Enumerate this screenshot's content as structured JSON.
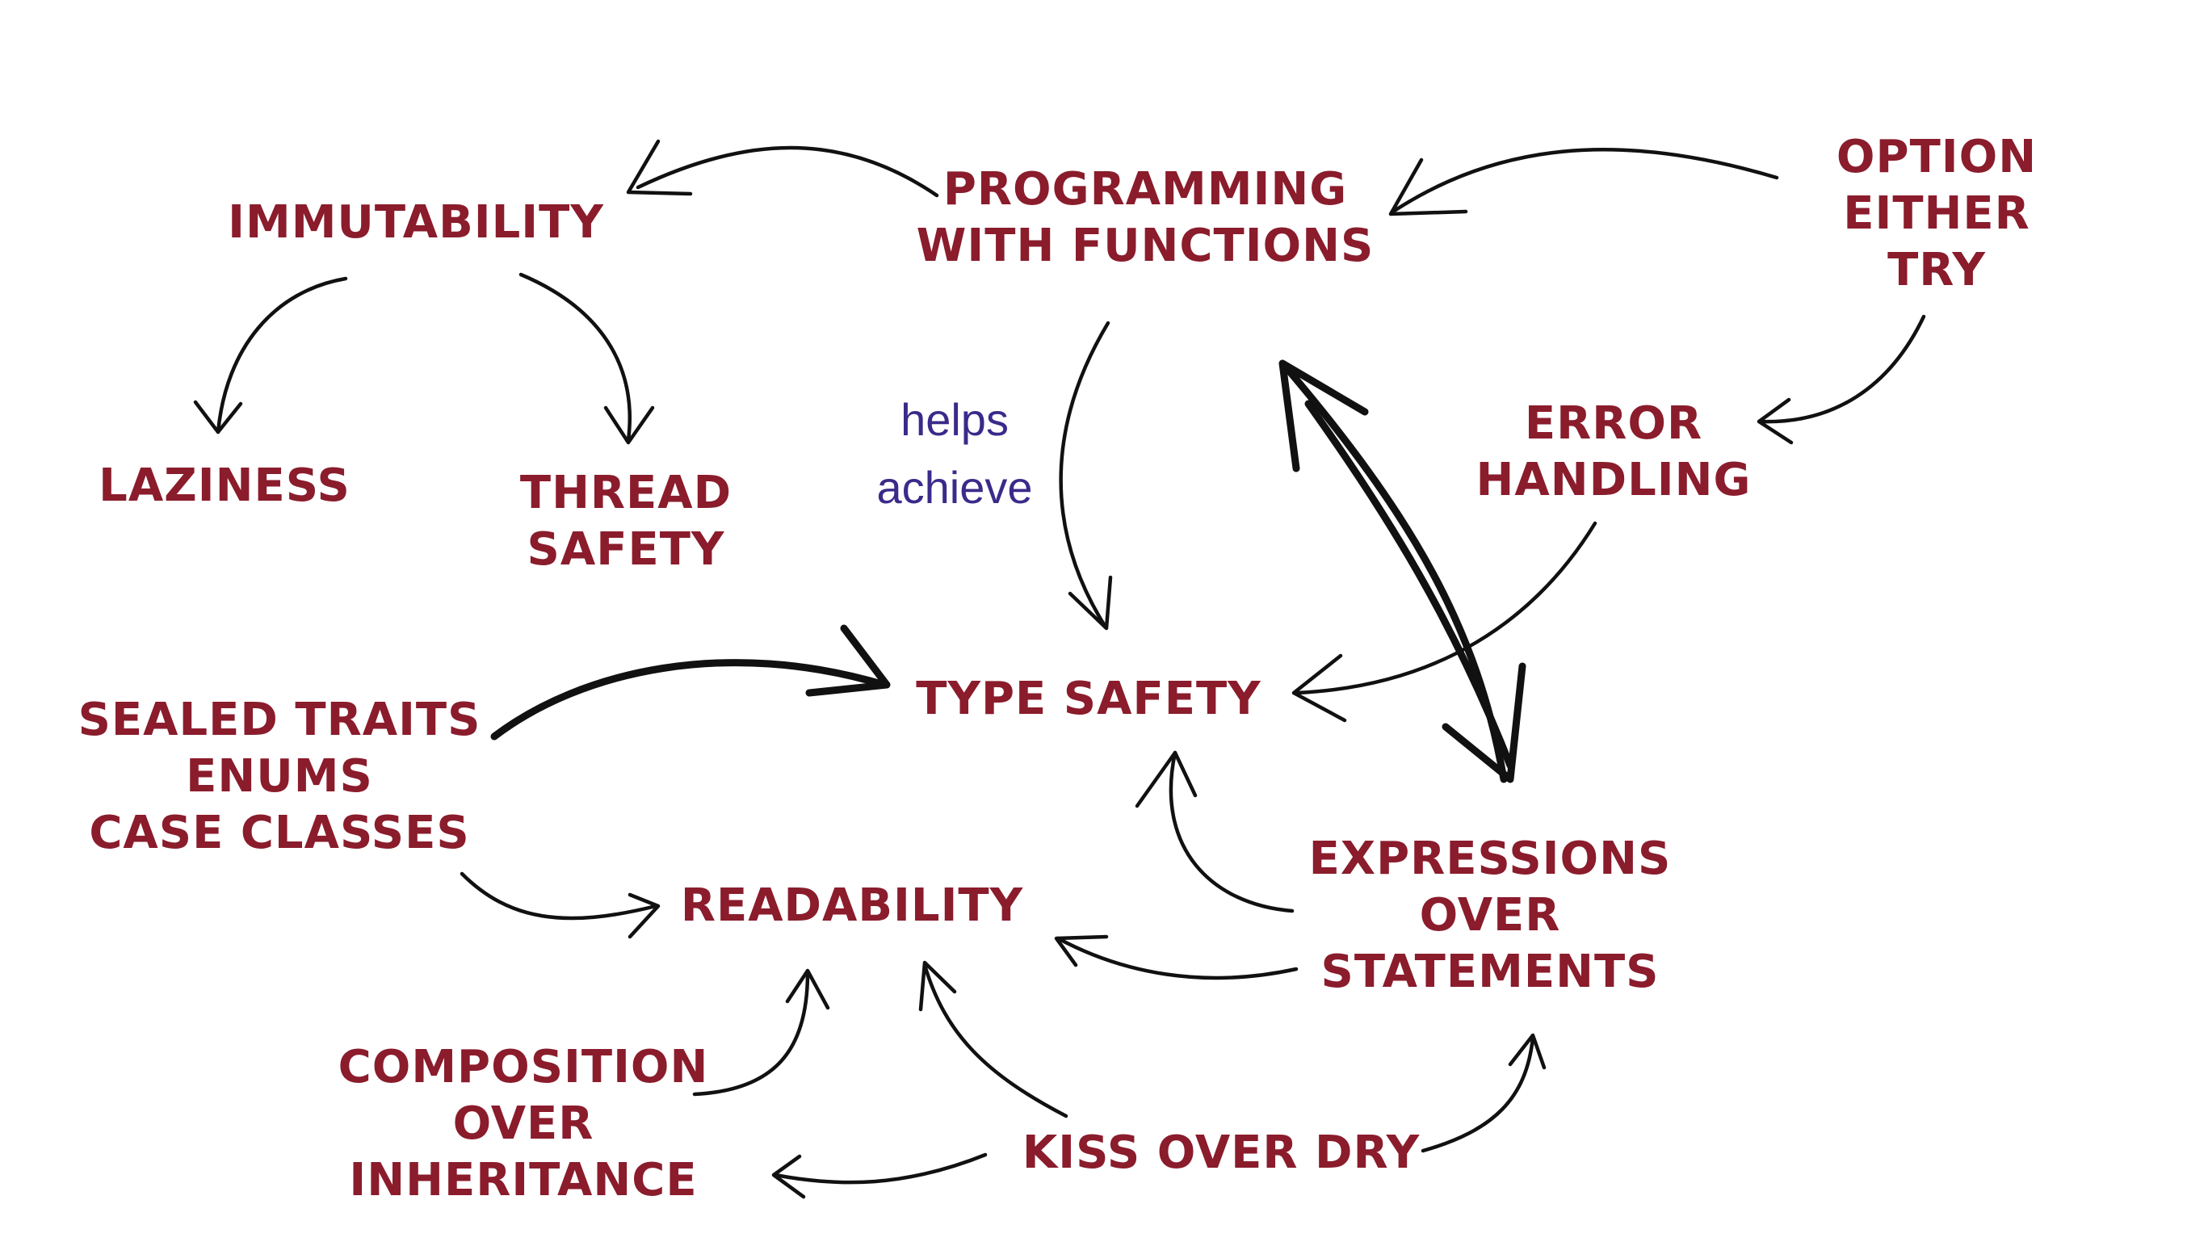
{
  "colors": {
    "node_text": "#8a1c2c",
    "annotation_text": "#3b2a8a",
    "arrow": "#111111",
    "background": "#ffffff"
  },
  "nodes": {
    "immutability": {
      "lines": [
        "IMMUTABILITY"
      ]
    },
    "programming_with_functions": {
      "lines": [
        "PROGRAMMING",
        "WITH FUNCTIONS"
      ]
    },
    "option_either_try": {
      "lines": [
        "OPTION",
        "EITHER",
        "TRY"
      ]
    },
    "laziness": {
      "lines": [
        "LAZINESS"
      ]
    },
    "thread_safety": {
      "lines": [
        "THREAD",
        "SAFETY"
      ]
    },
    "error_handling": {
      "lines": [
        "ERROR",
        "HANDLING"
      ]
    },
    "type_safety": {
      "lines": [
        "TYPE SAFETY"
      ]
    },
    "sealed_traits": {
      "lines": [
        "SEALED TRAITS",
        "ENUMS",
        "CASE CLASSES"
      ]
    },
    "readability": {
      "lines": [
        "READABILITY"
      ]
    },
    "expressions_over_statements": {
      "lines": [
        "EXPRESSIONS",
        "OVER",
        "STATEMENTS"
      ]
    },
    "composition_over_inheritance": {
      "lines": [
        "COMPOSITION",
        "OVER",
        "INHERITANCE"
      ]
    },
    "kiss_over_dry": {
      "lines": [
        "KISS OVER DRY"
      ]
    }
  },
  "annotation": {
    "lines": [
      "helps",
      "achieve"
    ]
  },
  "edges": [
    {
      "from": "programming_with_functions",
      "to": "immutability"
    },
    {
      "from": "option_either_try",
      "to": "programming_with_functions"
    },
    {
      "from": "immutability",
      "to": "laziness"
    },
    {
      "from": "immutability",
      "to": "thread_safety"
    },
    {
      "from": "option_either_try",
      "to": "error_handling"
    },
    {
      "from": "programming_with_functions",
      "to": "type_safety",
      "label": "helps achieve"
    },
    {
      "from": "error_handling",
      "to": "type_safety"
    },
    {
      "from": "sealed_traits",
      "to": "type_safety"
    },
    {
      "from": "sealed_traits",
      "to": "readability"
    },
    {
      "from": "expressions_over_statements",
      "to": "programming_with_functions",
      "bidirectional": true
    },
    {
      "from": "expressions_over_statements",
      "to": "type_safety"
    },
    {
      "from": "expressions_over_statements",
      "to": "readability"
    },
    {
      "from": "composition_over_inheritance",
      "to": "readability"
    },
    {
      "from": "kiss_over_dry",
      "to": "readability"
    },
    {
      "from": "kiss_over_dry",
      "to": "composition_over_inheritance"
    },
    {
      "from": "kiss_over_dry",
      "to": "expressions_over_statements"
    }
  ]
}
